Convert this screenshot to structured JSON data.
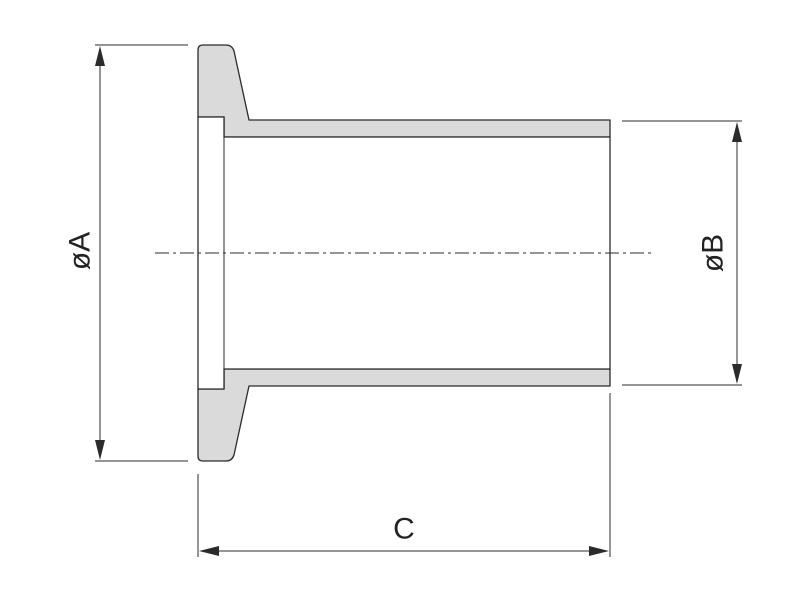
{
  "drawing": {
    "labels": {
      "diameter_a": "øA",
      "diameter_b": "øB",
      "length_c": "C"
    }
  }
}
